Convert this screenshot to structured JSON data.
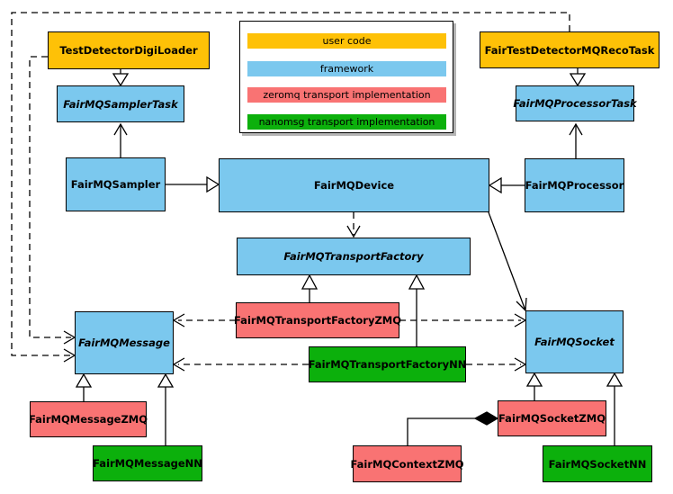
{
  "colors": {
    "user_code": "#fec107",
    "framework": "#7bc8ee",
    "zeromq": "#f97373",
    "nanomsg": "#0cb00c",
    "stroke": "#000000",
    "background": "#ffffff"
  },
  "legend": {
    "items": [
      {
        "label": "user code",
        "type": "user_code"
      },
      {
        "label": "framework",
        "type": "framework"
      },
      {
        "label": "zeromq transport implementation",
        "type": "zeromq"
      },
      {
        "label": "nanomsg transport implementation",
        "type": "nanomsg"
      }
    ]
  },
  "nodes": {
    "digiloader": {
      "label": "TestDetectorDigiLoader",
      "type": "user_code"
    },
    "recotask": {
      "label": "FairTestDetectorMQRecoTask",
      "type": "user_code"
    },
    "samplertask": {
      "label": "FairMQSamplerTask",
      "type": "framework",
      "abstract": true
    },
    "processortask": {
      "label": "FairMQProcessorTask",
      "type": "framework",
      "abstract": true
    },
    "sampler": {
      "label": "FairMQSampler",
      "type": "framework"
    },
    "device": {
      "label": "FairMQDevice",
      "type": "framework"
    },
    "processor": {
      "label": "FairMQProcessor",
      "type": "framework"
    },
    "transportfactory": {
      "label": "FairMQTransportFactory",
      "type": "framework",
      "abstract": true
    },
    "transportfactoryzmq": {
      "label": "FairMQTransportFactoryZMQ",
      "type": "zeromq"
    },
    "transportfactorynn": {
      "label": "FairMQTransportFactoryNN",
      "type": "nanomsg"
    },
    "message": {
      "label": "FairMQMessage",
      "type": "framework",
      "abstract": true
    },
    "socket": {
      "label": "FairMQSocket",
      "type": "framework",
      "abstract": true
    },
    "messagezmq": {
      "label": "FairMQMessageZMQ",
      "type": "zeromq"
    },
    "messagenn": {
      "label": "FairMQMessageNN",
      "type": "nanomsg"
    },
    "socketzmq": {
      "label": "FairMQSocketZMQ",
      "type": "zeromq"
    },
    "contextzmq": {
      "label": "FairMQContextZMQ",
      "type": "zeromq"
    },
    "socketnn": {
      "label": "FairMQSocketNN",
      "type": "nanomsg"
    }
  }
}
